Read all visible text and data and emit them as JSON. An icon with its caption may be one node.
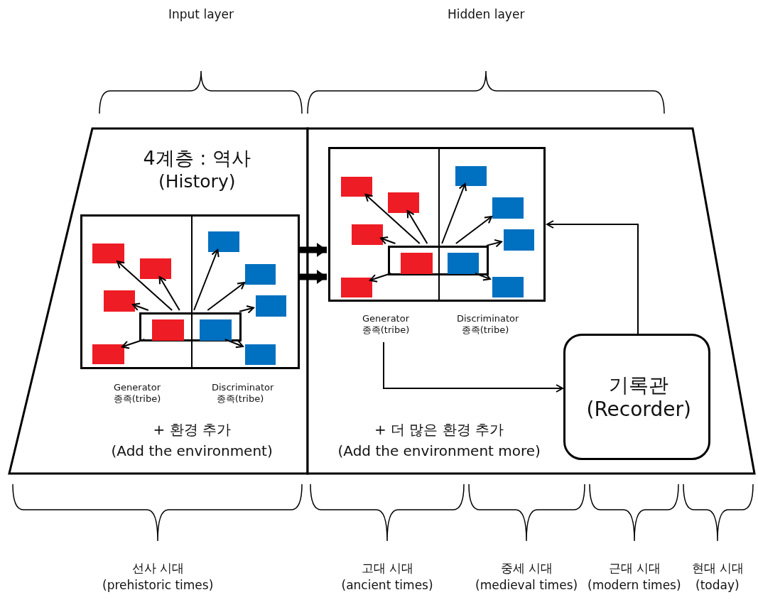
{
  "diagram": {
    "nodes": [
      {
        "text": [
          "4계층 : 역사",
          "(History)",
          "+ 환경 추가",
          "(Add the environment)"
        ]
      },
      {
        "text": [],
        "shape": "box",
        "in": 0,
        "beside": [
          "Generator 종족(tribe)",
          "Discriminator 종족(tribe)"
        ]
      },
      {
        "text": [],
        "shape": "box",
        "in": 1
      },
      {
        "text": [],
        "shape": "box",
        "in": 2
      },
      {
        "text": [],
        "shape": "box",
        "in": 2
      },
      {
        "text": [],
        "shape": "box",
        "in": 1
      },
      {
        "text": [],
        "shape": "box",
        "in": 1
      },
      {
        "text": [],
        "shape": "box",
        "in": 1
      },
      {
        "text": [],
        "shape": "box",
        "in": 1
      },
      {
        "text": [],
        "shape": "box",
        "in": 1
      },
      {
        "text": [],
        "shape": "box",
        "in": 1
      },
      {
        "text": [],
        "shape": "box",
        "in": 1
      },
      {
        "text": [],
        "shape": "box",
        "in": 1
      },
      {
        "text": [
          "+ 더 많은 환경 추가",
          "(Add the environment more)"
        ]
      },
      {
        "text": [],
        "shape": "box",
        "in": 13,
        "beside": [
          "Generator 종족(tribe)",
          "Discriminator 종족(tribe)"
        ]
      },
      {
        "text": [],
        "shape": "box",
        "in": 14
      },
      {
        "text": [],
        "shape": "box",
        "in": 15
      },
      {
        "text": [],
        "shape": "box",
        "in": 15
      },
      {
        "text": [],
        "shape": "box",
        "in": 14
      },
      {
        "text": [],
        "shape": "box",
        "in": 14
      },
      {
        "text": [],
        "shape": "box",
        "in": 14
      },
      {
        "text": [],
        "shape": "box",
        "in": 14
      },
      {
        "text": [],
        "shape": "box",
        "in": 14
      },
      {
        "text": [],
        "shape": "box",
        "in": 14
      },
      {
        "text": [],
        "shape": "box",
        "in": 14
      },
      {
        "text": [],
        "shape": "box",
        "in": 14
      },
      {
        "text": [
          "기록관",
          "(Recorder)"
        ],
        "in": 13
      }
    ],
    "edges": [
      {
        "from": 2,
        "to": 5,
        "arrow": "to"
      },
      {
        "from": 2,
        "to": 6,
        "arrow": "to"
      },
      {
        "from": 2,
        "to": 7,
        "arrow": "to"
      },
      {
        "from": 2,
        "to": 8,
        "arrow": "to"
      },
      {
        "from": 2,
        "to": 9,
        "arrow": "to"
      },
      {
        "from": 2,
        "to": 10,
        "arrow": "to"
      },
      {
        "from": 2,
        "to": 11,
        "arrow": "to"
      },
      {
        "from": 2,
        "to": 12,
        "arrow": "to"
      },
      {
        "from": 1,
        "to": 14,
        "arrow": "to",
        "style": "thick"
      },
      {
        "from": 1,
        "to": 14,
        "arrow": "to",
        "style": "thick"
      },
      {
        "from": 15,
        "to": 18,
        "arrow": "to"
      },
      {
        "from": 15,
        "to": 19,
        "arrow": "to"
      },
      {
        "from": 15,
        "to": 20,
        "arrow": "to"
      },
      {
        "from": 15,
        "to": 21,
        "arrow": "to"
      },
      {
        "from": 15,
        "to": 22,
        "arrow": "to"
      },
      {
        "from": 15,
        "to": 23,
        "arrow": "to"
      },
      {
        "from": 15,
        "to": 24,
        "arrow": "to"
      },
      {
        "from": 15,
        "to": 25,
        "arrow": "to"
      },
      {
        "from": 14,
        "to": 26,
        "arrow": "to"
      },
      {
        "from": 26,
        "to": 14,
        "arrow": "to"
      }
    ],
    "labels": [
      "Input layer",
      "Hidden layer",
      "선사 시대",
      "(prehistoric times)",
      "고대 시대",
      "(ancient times)",
      "중세 시대",
      "(medieval times)",
      "근대 시대",
      "(modern times)",
      "현대 시대",
      "(today)"
    ]
  }
}
